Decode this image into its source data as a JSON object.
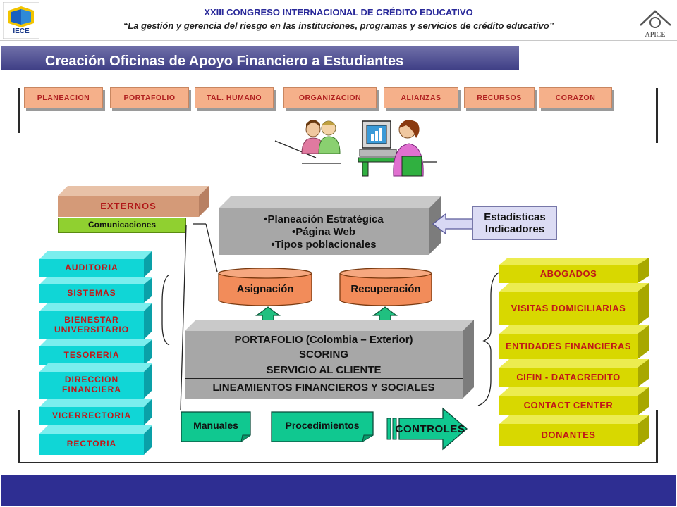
{
  "header": {
    "line1": "XXIII CONGRESO INTERNACIONAL DE CRÉDITO EDUCATIVO",
    "line2": "“La gestión y gerencia del riesgo en las instituciones, programas y servicios de crédito educativo”",
    "logo_left_text": "IECE",
    "logo_right_text": "APICE"
  },
  "title": "Creación Oficinas de Apoyo Financiero a Estudiantes",
  "tabs": [
    "PLANEACION",
    "PORTAFOLIO",
    "TAL. HUMANO",
    "ORGANIZACION",
    "ALIANZAS",
    "RECURSOS",
    "CORAZON"
  ],
  "externos": {
    "label": "EXTERNOS",
    "sub": "Comunicaciones"
  },
  "left_column": [
    "AUDITORIA",
    "SISTEMAS",
    "BIENESTAR UNIVERSITARIO",
    "TESORERIA",
    "DIRECCION FINANCIERA",
    "VICERRECTORIA",
    "RECTORIA"
  ],
  "planning_box": [
    "•Planeación Estratégica",
    "•Página Web",
    "•Tipos poblacionales"
  ],
  "stats_box": [
    "Estadísticas",
    "Indicadores"
  ],
  "cylinders": [
    "Asignación",
    "Recuperación"
  ],
  "portfolio_stack": [
    "PORTAFOLIO (Colombia – Exterior)",
    "SCORING",
    "SERVICIO AL CLIENTE",
    "LINEAMIENTOS FINANCIEROS Y SOCIALES"
  ],
  "bottom_items": {
    "manuales": "Manuales",
    "procedimientos": "Procedimientos",
    "controles": "CONTROLES"
  },
  "right_column": [
    "ABOGADOS",
    "VISITAS DOMICILIARIAS",
    "ENTIDADES FINANCIERAS",
    "CIFIN - DATACREDITO",
    "CONTACT CENTER",
    "DONANTES"
  ],
  "colors": {
    "title_bar": "#3e3e85",
    "tab_fill": "#f5b08a",
    "tab_text": "#b02020",
    "cyan": "#10d6d6",
    "olive": "#d8d800",
    "grey": "#a7a7a7",
    "cylinder": "#f28c5a",
    "green": "#10c890",
    "footer": "#2e2e92"
  },
  "icons": [
    "people-icon",
    "computer-user-icon",
    "arrow-up-icon",
    "arrow-left-icon",
    "arrow-right-icon"
  ]
}
